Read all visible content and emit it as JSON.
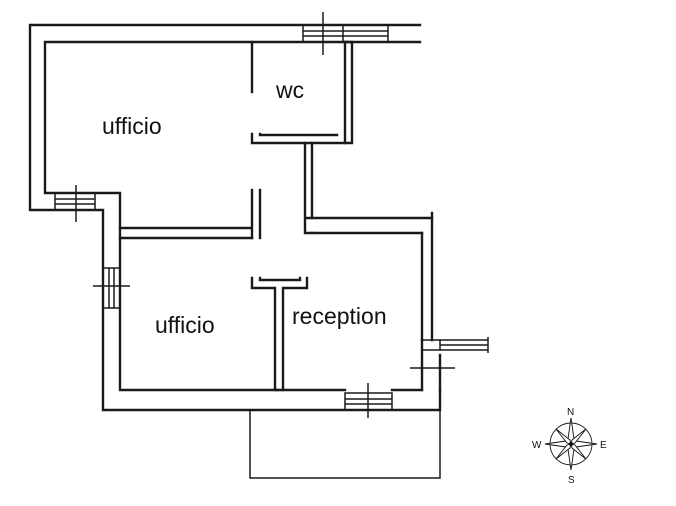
{
  "rooms": [
    {
      "id": "ufficio-1",
      "label": "ufficio"
    },
    {
      "id": "wc",
      "label": "wc"
    },
    {
      "id": "ufficio-2",
      "label": "ufficio"
    },
    {
      "id": "reception",
      "label": "reception"
    }
  ],
  "compass": {
    "n": "N",
    "e": "E",
    "s": "S",
    "w": "W"
  },
  "colors": {
    "line": "#1a1a1a",
    "background": "#ffffff"
  }
}
